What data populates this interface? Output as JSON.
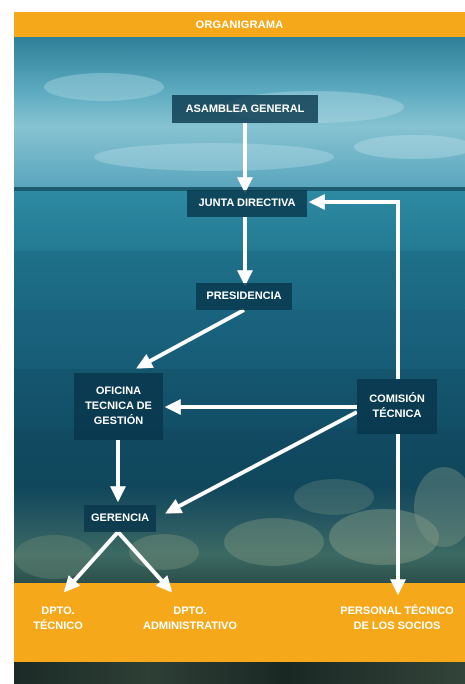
{
  "title": "ORGANIGRAMA",
  "nodes": {
    "asamblea": "ASAMBLEA GENERAL",
    "junta": "JUNTA DIRECTIVA",
    "presidencia": "PRESIDENCIA",
    "oficina": "OFICINA\nTECNICA DE\nGESTIÓN",
    "comision": "COMISIÓN\nTÉCNICA",
    "gerencia": "GERENCIA"
  },
  "bottom": {
    "tecnico": "DPTO.\nTÉCNICO",
    "administrativo": "DPTO.\nADMINISTRATIVO",
    "personal": "PERSONAL TÉCNICO\nDE LOS SOCIOS"
  },
  "colors": {
    "accent": "#f6a81b",
    "node_fill": "#08344a",
    "sea_top": "#3a8fa8",
    "sea_bottom": "#0d3f55"
  }
}
